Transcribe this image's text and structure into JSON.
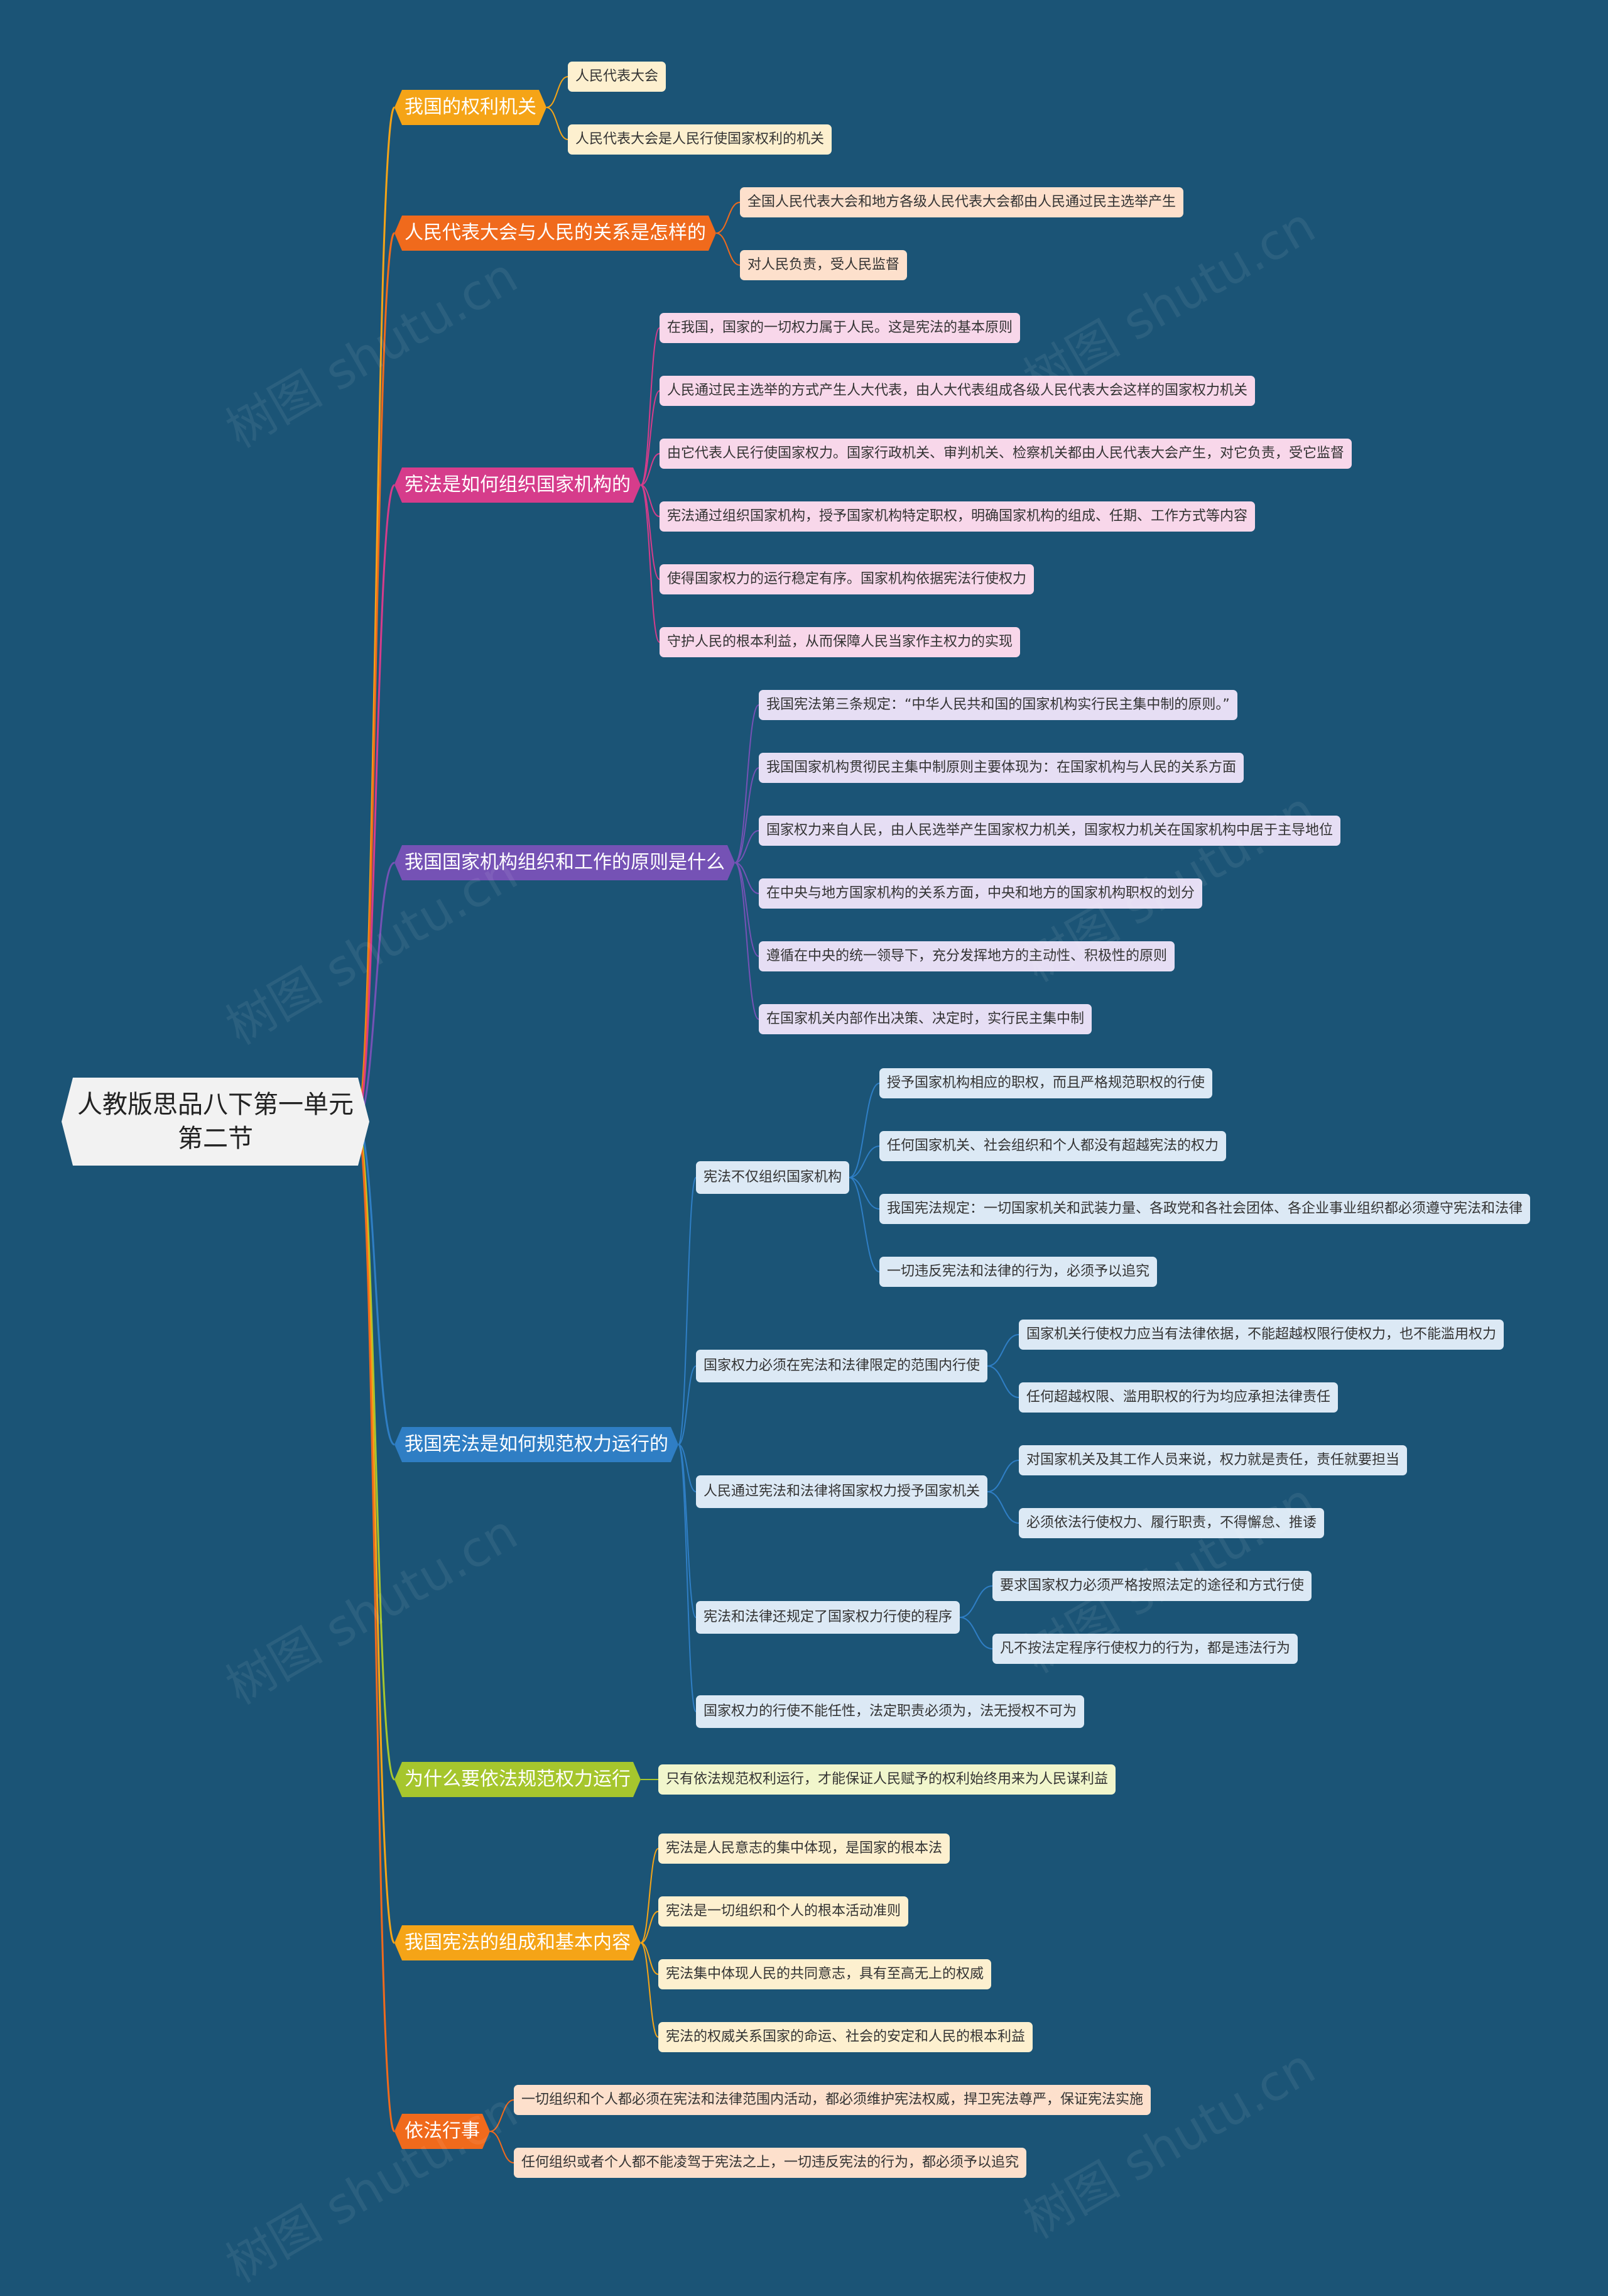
{
  "root": {
    "line1": "人教版思品八下第一单元",
    "line2": "第二节"
  },
  "watermark": "树图 shutu.cn",
  "branches": [
    {
      "label": "我国的权利机关",
      "color": "#f5a417",
      "leaves": [
        "人民代表大会",
        "人民代表大会是人民行使国家权利的机关"
      ]
    },
    {
      "label": "人民代表大会与人民的关系是怎样的",
      "color": "#f06a1c",
      "leaves": [
        "全国人民代表大会和地方各级人民代表大会都由人民通过民主选举产生",
        "对人民负责，受人民监督"
      ]
    },
    {
      "label": "宪法是如何组织国家机构的",
      "color": "#d63c8b",
      "leaves": [
        "在我国，国家的一切权力属于人民。这是宪法的基本原则",
        "人民通过民主选举的方式产生人大代表，由人大代表组成各级人民代表大会这样的国家权力机关",
        "由它代表人民行使国家权力。国家行政机关、审判机关、检察机关都由人民代表大会产生，对它负责，受它监督",
        "宪法通过组织国家机构，授予国家机构特定职权，明确国家机构的组成、任期、工作方式等内容",
        "使得国家权力的运行稳定有序。国家机构依据宪法行使权力",
        "守护人民的根本利益，从而保障人民当家作主权力的实现"
      ]
    },
    {
      "label": "我国国家机构组织和工作的原则是什么",
      "color": "#7552b5",
      "leaves": [
        "我国宪法第三条规定：“中华人民共和国的国家机构实行民主集中制的原则。”",
        "我国国家机构贯彻民主集中制原则主要体现为：在国家机构与人民的关系方面",
        "国家权力来自人民，由人民选举产生国家权力机关，国家权力机关在国家机构中居于主导地位",
        "在中央与地方国家机构的关系方面，中央和地方的国家机构职权的划分",
        "遵循在中央的统一领导下，充分发挥地方的主动性、积极性的原则",
        "在国家机关内部作出决策、决定时，实行民主集中制"
      ]
    },
    {
      "label": "我国宪法是如何规范权力运行的",
      "color": "#2f7ec4",
      "subs": [
        {
          "label": "宪法不仅组织国家机构",
          "leaves": [
            "授予国家机构相应的职权，而且严格规范职权的行使",
            "任何国家机关、社会组织和个人都没有超越宪法的权力",
            "我国宪法规定：一切国家机关和武装力量、各政党和各社会团体、各企业事业组织都必须遵守宪法和法律",
            "一切违反宪法和法律的行为，必须予以追究"
          ]
        },
        {
          "label": "国家权力必须在宪法和法律限定的范围内行使",
          "leaves": [
            "国家机关行使权力应当有法律依据，不能超越权限行使权力，也不能滥用权力",
            "任何超越权限、滥用职权的行为均应承担法律责任"
          ]
        },
        {
          "label": "人民通过宪法和法律将国家权力授予国家机关",
          "leaves": [
            "对国家机关及其工作人员来说，权力就是责任，责任就要担当",
            "必须依法行使权力、履行职责，不得懈怠、推诿"
          ]
        },
        {
          "label": "宪法和法律还规定了国家权力行使的程序",
          "leaves": [
            "要求国家权力必须严格按照法定的途径和方式行使",
            "凡不按法定程序行使权力的行为，都是违法行为"
          ]
        },
        {
          "label": "国家权力的行使不能任性，法定职责必须为，法无授权不可为",
          "leaves": []
        }
      ]
    },
    {
      "label": "为什么要依法规范权力运行",
      "color": "#a6c62d",
      "leaves": [
        "只有依法规范权利运行，才能保证人民赋予的权利始终用来为人民谋利益"
      ]
    },
    {
      "label": "我国宪法的组成和基本内容",
      "color": "#f5a417",
      "leaves": [
        "宪法是人民意志的集中体现，是国家的根本法",
        "宪法是一切组织和个人的根本活动准则",
        "宪法集中体现人民的共同意志，具有至高无上的权威",
        "宪法的权威关系国家的命运、社会的安定和人民的根本利益"
      ]
    },
    {
      "label": "依法行事",
      "color": "#f06a1c",
      "leaves": [
        "一切组织和个人都必须在宪法和法律范围内活动，都必须维护宪法权威，捍卫宪法尊严，保证宪法实施",
        "任何组织或者个人都不能凌驾于宪法之上，一切违反宪法的行为，都必须予以追究"
      ]
    }
  ],
  "leaf_fills": [
    "#fdf0cf",
    "#fde0cc",
    "#f8d7ea",
    "#e6def4",
    "#dce9f5",
    "#f1f6cc",
    "#fdf0cf",
    "#fde0cc"
  ]
}
